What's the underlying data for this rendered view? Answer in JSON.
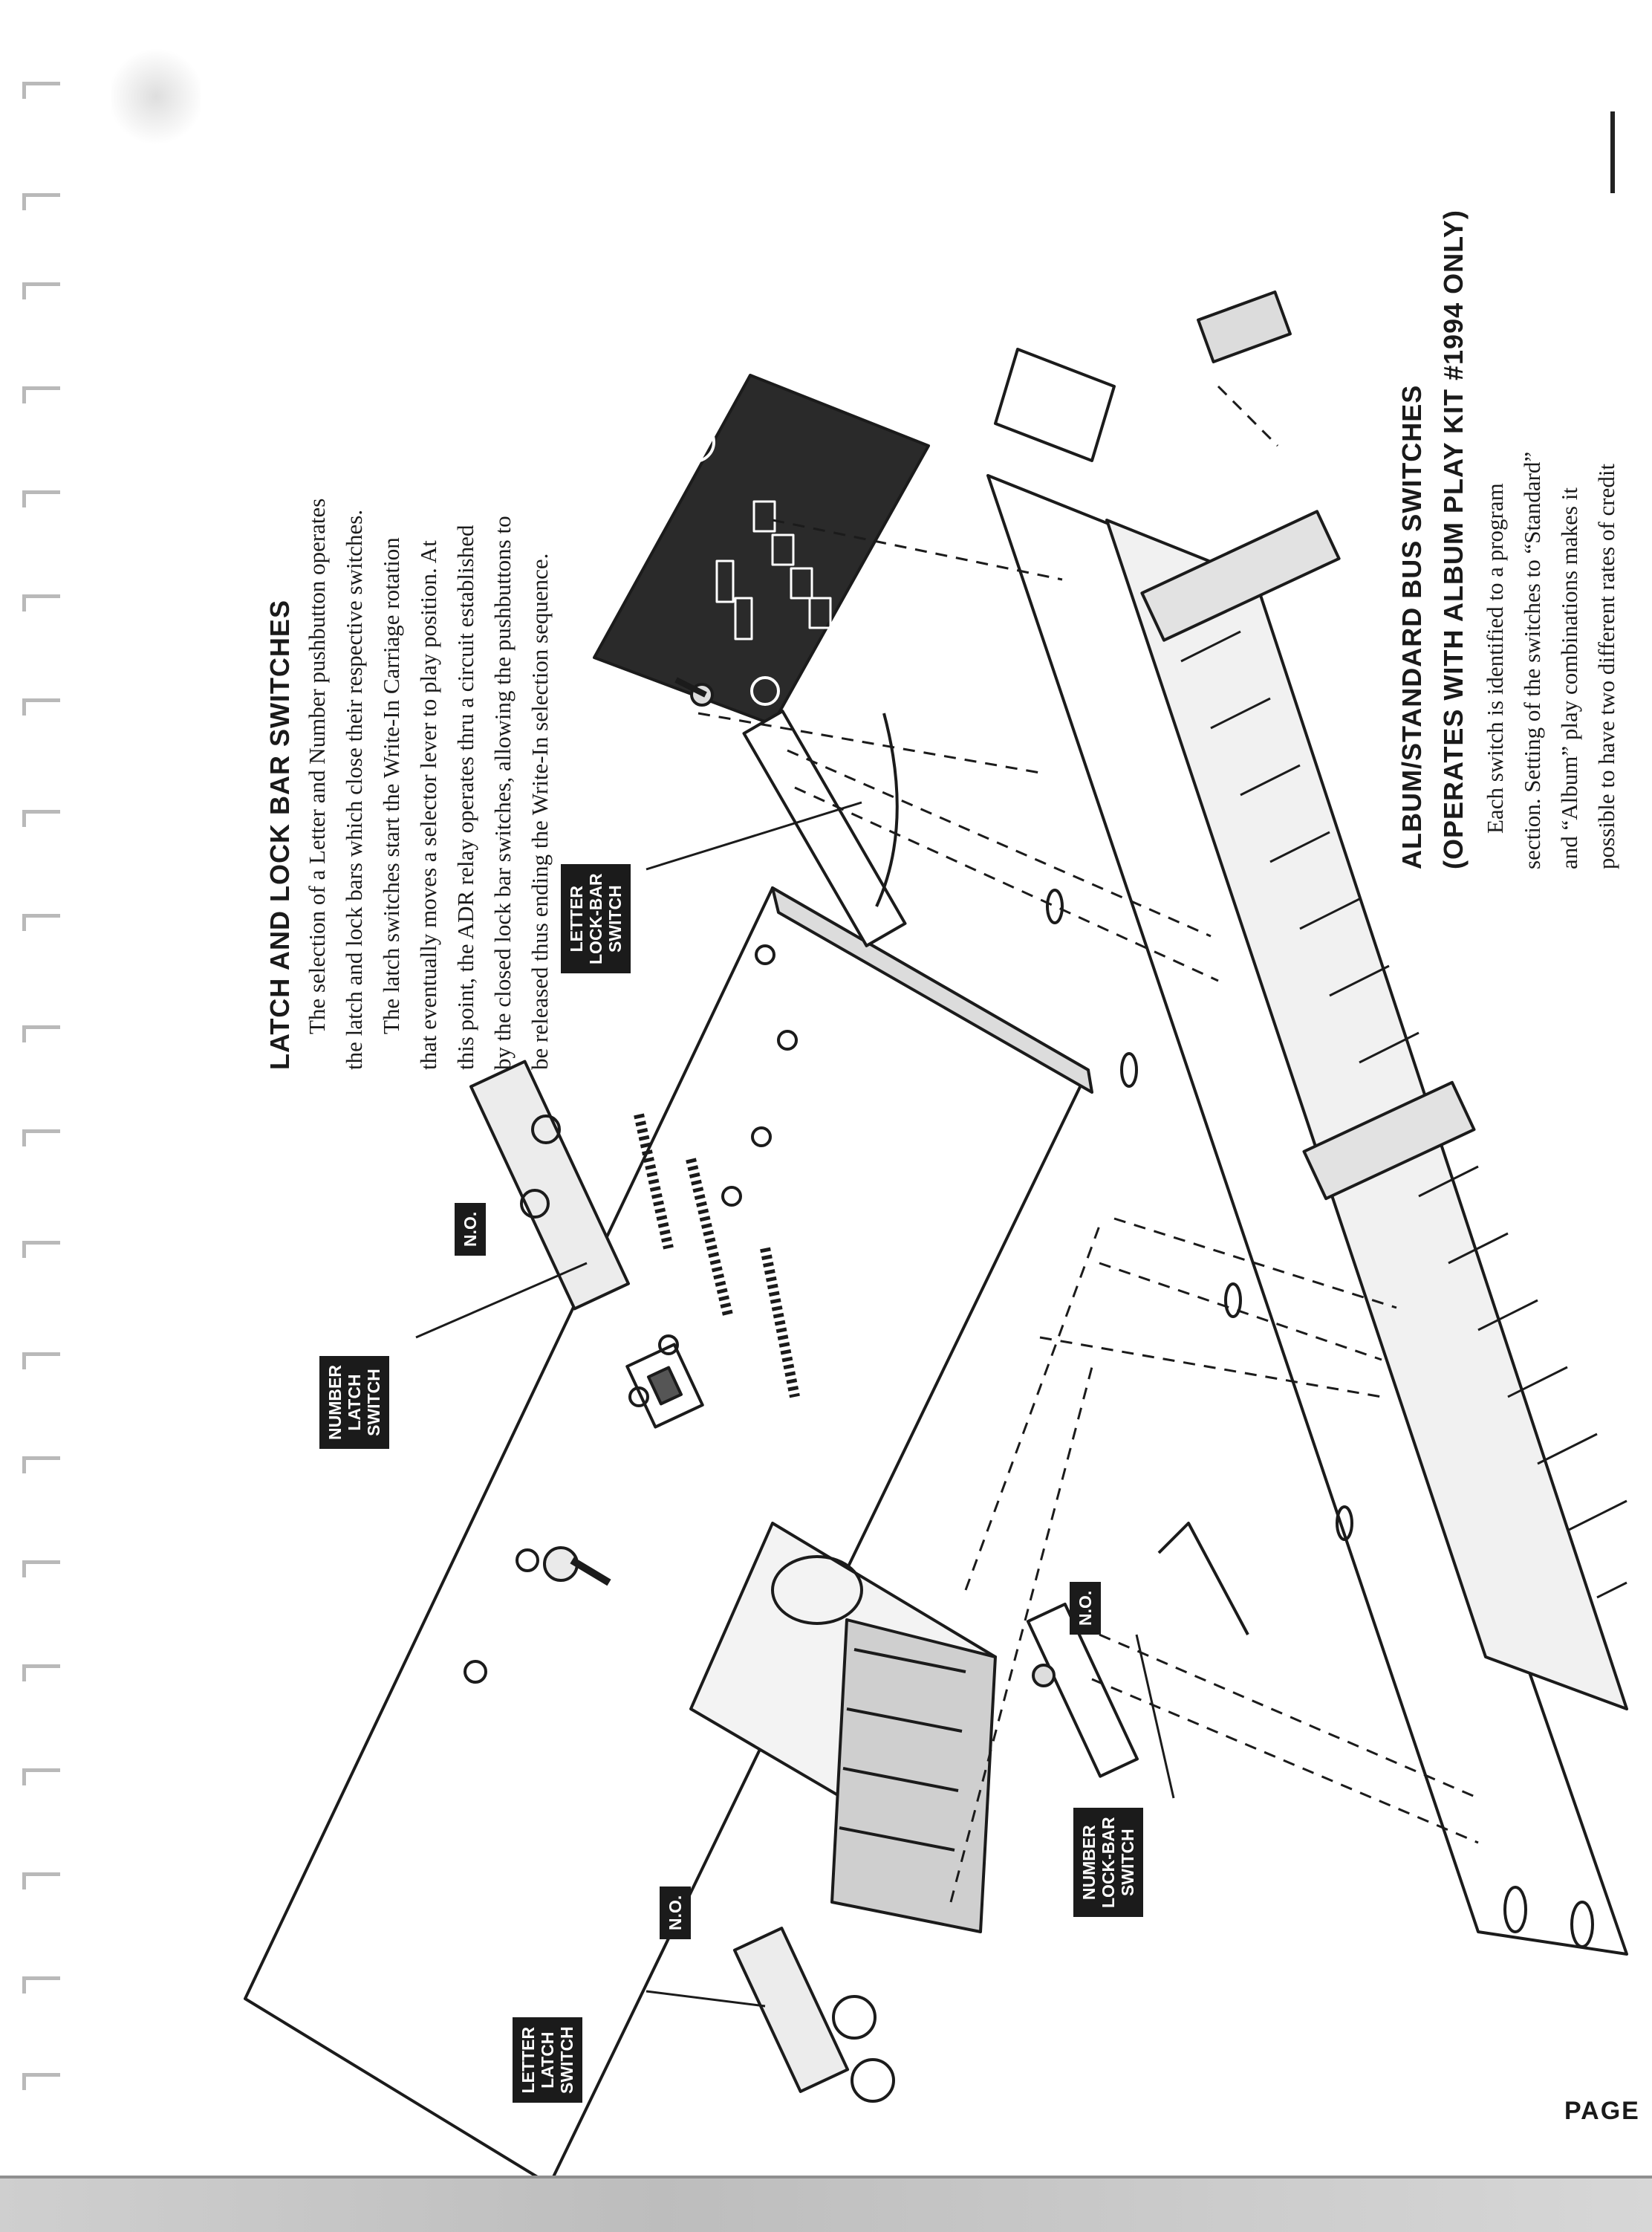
{
  "section1": {
    "heading": "LATCH AND LOCK BAR SWITCHES",
    "paragraph_lines": [
      {
        "text": "The selection of a Letter and Number pushbutton operates",
        "indent": true
      },
      {
        "text": "the latch and lock bars which close their respective switches.",
        "indent": false
      },
      {
        "text": "The latch switches start the Write-In Carriage rotation",
        "indent": true
      },
      {
        "text": "that eventually moves a selector lever to play position. At",
        "indent": false
      },
      {
        "text": "this point, the ADR relay operates thru a circuit established",
        "indent": false
      },
      {
        "text": "by the closed lock bar switches, allowing the pushbuttons to",
        "indent": false
      },
      {
        "text": "be released thus ending the Write-In selection sequence.",
        "indent": false
      }
    ]
  },
  "section2": {
    "heading": "ALBUM/STANDARD BUS SWITCHES",
    "subheading": "(OPERATES WITH ALBUM PLAY KIT #1994 ONLY)",
    "paragraph_lines": [
      {
        "text": "Each switch is identified to a program",
        "indent": true
      },
      {
        "text": "section. Setting of the switches to “Standard”",
        "indent": false
      },
      {
        "text": "and “Album” play combinations makes it",
        "indent": false
      },
      {
        "text": "possible to have two different rates of credit",
        "indent": false
      }
    ]
  },
  "callouts": {
    "number_latch_switch": [
      "NUMBER",
      "LATCH",
      "SWITCH"
    ],
    "no_upper": [
      "N.O."
    ],
    "letter_lock_bar_switch": [
      "LETTER",
      "LOCK-BAR",
      "SWITCH"
    ],
    "no_middle": [
      "N.O."
    ],
    "number_lock_bar_switch": [
      "NUMBER",
      "LOCK-BAR",
      "SWITCH"
    ],
    "no_lower": [
      "N.O."
    ],
    "letter_latch_switch": [
      "LETTER",
      "LATCH",
      "SWITCH"
    ]
  },
  "page_label": "PAGE"
}
